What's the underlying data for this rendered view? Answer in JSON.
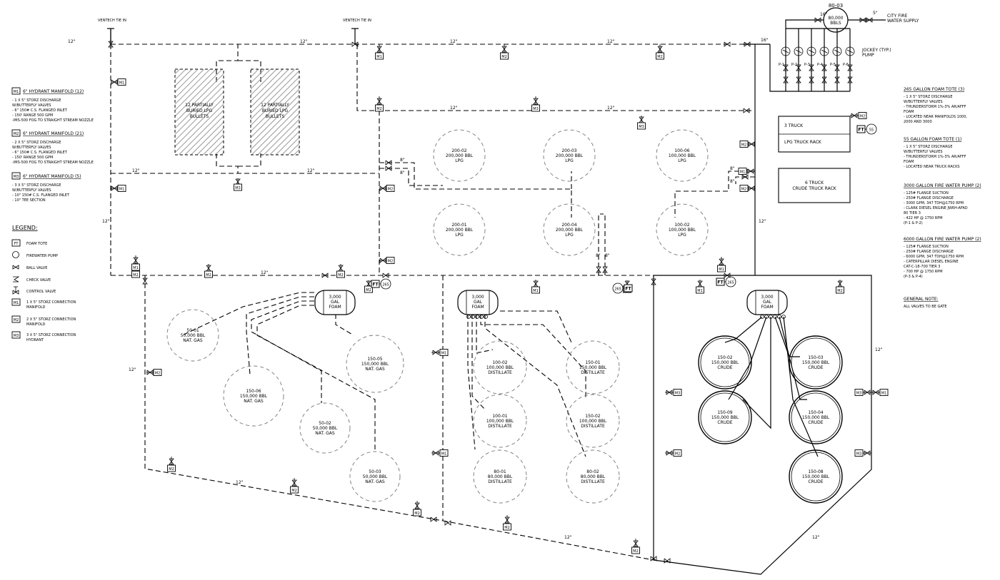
{
  "tie_in_labels": [
    "VENTECH TIE IN",
    "VENTECH TIE IN"
  ],
  "pipe_labels": {
    "twelve": "12\"",
    "sixteen": "16\"",
    "eight": "8\"",
    "five": "5\""
  },
  "lpg_bullets": [
    "12 PARTIALLY BURIED LPG BULLETS",
    "12 PARTIALLY BURIED LPG BULLETS"
  ],
  "lpg_bullet_lines": [
    [
      "12 PARTIALLY",
      "BURIED LPG",
      "BULLETS"
    ],
    [
      "12 PARTIALLY",
      "BURIED LPG",
      "BULLETS"
    ]
  ],
  "manifold_notes": [
    {
      "tag": "M1",
      "title": "6\" HYDRANT MANIFOLD (12)",
      "lines": [
        "- 1 X 5\" STORZ DISCHARGE",
        "  W/BUTTERFLY VALVES",
        "- 6\" 150# C.S. FLANGED INLET",
        "- 150' RANGE 500 GPM",
        "-IMS-500 FOG TO STRAIGHT STREAM NOZZLE"
      ]
    },
    {
      "tag": "M2",
      "title": "6\" HYDRANT MANIFOLD (21)",
      "lines": [
        "- 2 X 5\" STORZ DISCHARGE",
        "  W/BUTTERFLY VALVES",
        "- 6\" 150# C.S. FLANGED INLET",
        "- 150' RANGE 500 GPM",
        "-IMS-500 FOG TO STRAIGHT STREAM NOZZLE"
      ]
    },
    {
      "tag": "M3",
      "title": "6\" HYDRANT MANIFOLD (5)",
      "lines": [
        "- 3 X 5\" STORZ DISCHARGE",
        "  W/BUTTERFLY VALVES",
        "- 10\" 150# C.S. FLANGED INLET",
        "- 10\" TEE SECTION"
      ]
    }
  ],
  "legend": {
    "title": "LEGEND:",
    "items": [
      {
        "symbol": "FT",
        "label": "FOAM TOTE"
      },
      {
        "symbol": "pump",
        "label": "FIREWATER PUMP"
      },
      {
        "symbol": "ball",
        "label": "BALL VALVE"
      },
      {
        "symbol": "check",
        "label": "CHECK VALVE"
      },
      {
        "symbol": "control",
        "label": "CONTROL VALVE"
      },
      {
        "symbol": "M1",
        "label": "1 X 5\" STORZ CONNECTION MANIFOLD"
      },
      {
        "symbol": "M2",
        "label": "2 X 5\" STORZ CONNECTION MANIFOLD"
      },
      {
        "symbol": "M3",
        "label": "3 X 5\" STORZ CONNECTION HYDRANT"
      }
    ]
  },
  "right_notes": [
    {
      "title": "265 GALLON FOAM TOTE (3)",
      "lines": [
        "- 1 X 5\" STORZ DISCHARGE",
        "  W/BUTTERFLY VALVES",
        "- THUNDERSTORM 1%-3% AR/AFFF",
        "  FOAM",
        "- LOCATED NEAR MANIFOLDS 1000,",
        "  2000 AND 3000"
      ]
    },
    {
      "title": "55 GALLON FOAM TOTE (1)",
      "lines": [
        "- 1 X 5\" STORZ DISCHARGE",
        "  W/BUTTERFLY VALVES",
        "- THUNDERSTORM 1%-3% AR/AFFF",
        "  FOAM",
        "- LOCATED NEAR TRUCK RACKS"
      ]
    },
    {
      "title": "3000 GALLON FIRE WATER PUMP (2)",
      "lines": [
        "- 125# FLANGE SUCTION",
        "- 250# FLANGE DISCHARGE",
        "- 3000 GPM, 347 TDH@1750 RPM",
        "- CLARK DIESEL ENGINE JW6H-AFAD",
        "  80 TIER 3",
        "- 422 HP @ 1750 RPM",
        "        (P-1 & P-2)"
      ]
    },
    {
      "title": "6000 GALLON FIRE WATER PUMP (2)",
      "lines": [
        "- 125# FLANGE SUCTION",
        "- 250# FLANGE DISCHARGE",
        "- 6000 GPM, 347 TDH@1750 RPM",
        "- CATERPILLAR DIESEL ENGINE",
        "  CAT-C-18-700 TIER 3",
        "- 700 HP @ 1750 RPM",
        "        (P-3 & P-4)"
      ]
    },
    {
      "title": "GENERAL NOTE:",
      "lines": [
        "ALL VALVES TO BE GATE"
      ]
    }
  ],
  "city_water": {
    "tank_id": "80-03",
    "tank_lines": [
      "80,000",
      "BBLS"
    ],
    "supply": [
      "CITY FIRE",
      "WATER SUPPLY"
    ],
    "pump_ids": [
      "P-1",
      "P-2",
      "P-3",
      "P-4",
      "P-5",
      "P-6"
    ],
    "jockey": [
      "JOCKEY (TYP.)",
      "PUMP"
    ]
  },
  "racks": [
    {
      "lines": [
        "3 TRUCK",
        "LPG TRUCK RACK"
      ]
    },
    {
      "lines": [
        "6 TRUCK",
        "CRUDE TRUCK RACK"
      ]
    }
  ],
  "foam_tanks": [
    [
      "3,000",
      "GAL",
      "FOAM"
    ],
    [
      "3,000",
      "GAL",
      "FOAM"
    ],
    [
      "3,000",
      "GAL",
      "FOAM"
    ]
  ],
  "foam_totes": [
    {
      "tag": "FT",
      "size": "265"
    },
    {
      "tag": "FT",
      "size": "265"
    },
    {
      "tag": "FT",
      "size": "265"
    },
    {
      "tag": "FT",
      "size": "55"
    }
  ],
  "tanks": [
    {
      "id": "200-02",
      "cap": "200,000 BBL",
      "prod": "LPG"
    },
    {
      "id": "200-03",
      "cap": "200,000 BBL",
      "prod": "LPG"
    },
    {
      "id": "100-06",
      "cap": "100,000 BBL",
      "prod": "LPG"
    },
    {
      "id": "200-01",
      "cap": "200,000 BBL",
      "prod": "LPG"
    },
    {
      "id": "200-04",
      "cap": "200,000 BBL",
      "prod": "LPG"
    },
    {
      "id": "100-02",
      "cap": "100,000 BBL",
      "prod": "LPG"
    },
    {
      "id": "50-01",
      "cap": "50,000 BBL",
      "prod": "NAT. GAS"
    },
    {
      "id": "150-06",
      "cap": "150,000 BBL",
      "prod": "NAT. GAS"
    },
    {
      "id": "150-05",
      "cap": "150,000 BBL",
      "prod": "NAT. GAS"
    },
    {
      "id": "50-02",
      "cap": "50,000 BBL",
      "prod": "NAT. GAS"
    },
    {
      "id": "50-03",
      "cap": "50,000 BBL",
      "prod": "NAT. GAS"
    },
    {
      "id": "100-02",
      "cap": "100,000 BBL",
      "prod": "DISTILLATE"
    },
    {
      "id": "150-01",
      "cap": "150,000 BBL",
      "prod": "DISTILLATE"
    },
    {
      "id": "100-01",
      "cap": "100,000 BBL",
      "prod": "DISTILLATE"
    },
    {
      "id": "150-02",
      "cap": "100,000 BBL",
      "prod": "DISTILLATE"
    },
    {
      "id": "80-01",
      "cap": "80,000 BBL",
      "prod": "DISTILLATE"
    },
    {
      "id": "80-02",
      "cap": "80,000 BBL",
      "prod": "DISTILLATE"
    },
    {
      "id": "150-02",
      "cap": "150,000 BBL",
      "prod": "CRUDE"
    },
    {
      "id": "150-03",
      "cap": "150,000 BBL",
      "prod": "CRUDE"
    },
    {
      "id": "150-09",
      "cap": "150,000 BBL",
      "prod": "CRUDE"
    },
    {
      "id": "150-04",
      "cap": "150,000 BBL",
      "prod": "CRUDE"
    },
    {
      "id": "150-08",
      "cap": "150,000 BBL",
      "prod": "CRUDE"
    }
  ],
  "manifolds": [
    "M1",
    "M1",
    "M1",
    "M2",
    "M2",
    "M2",
    "M2",
    "M2",
    "M2",
    "M2",
    "M2",
    "M2",
    "M2",
    "M2",
    "M2",
    "M2",
    "M2",
    "M2",
    "M2",
    "M3",
    "M3",
    "M3",
    "M3",
    "M3",
    "M2",
    "M1",
    "M1",
    "M1",
    "M1",
    "M1",
    "M1",
    "M1",
    "M3",
    "M2",
    "M2",
    "M2",
    "M2",
    "M1",
    "M1"
  ]
}
